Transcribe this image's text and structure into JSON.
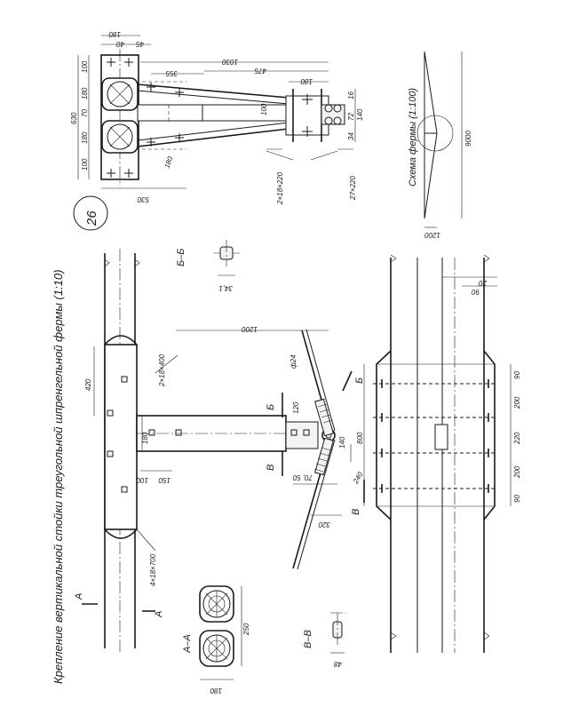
{
  "drawing": {
    "title": "Крепление вертикальной стойки треугольной шпренгельной фермы (1:10)",
    "sheet_number": "26",
    "truss_scheme": {
      "label": "Схема фермы (1:100)",
      "span": "9000",
      "height": "1200"
    },
    "sections": {
      "aa": "А–А",
      "vv": "В–В",
      "bb": "Б–Б",
      "markers": {
        "a": "А",
        "b": "Б",
        "v": "В"
      }
    },
    "plan_dims": {
      "d180a": "180",
      "d40": "40",
      "d45": "45",
      "d1030": "1030",
      "d355": "355",
      "d475": "475",
      "d180b": "180",
      "d100a": "100",
      "d180c": "180",
      "d70": "70",
      "d180d": "180",
      "d100b": "100",
      "d630": "630",
      "d100c": "100",
      "d16": "16",
      "d72": "72",
      "d140a": "140",
      "d34": "34",
      "d180e": "180",
      "d530": "530",
      "bolt_2x18x220": "2×18×220",
      "bolt_27x220": "27×220"
    },
    "elev_dims": {
      "d420": "420",
      "bolt_2x18x400": "2×18×400",
      "d180": "180",
      "d100": "100",
      "d150": "150",
      "bolt_4x18x700": "4×18×700",
      "d1200": "1200",
      "phi24": "ф24",
      "d120": "120",
      "d140": "140",
      "d70_50": "70, 50",
      "d240": "240",
      "d320": "320",
      "d34_1": "34,1"
    },
    "lower_dims": {
      "d90a": "90",
      "d200a": "200",
      "d220": "220",
      "d200b": "200",
      "d90b": "90",
      "d800": "800",
      "d20": "20",
      "d90c": "90"
    },
    "section_dims": {
      "d250": "250",
      "d180": "180",
      "d48": "48"
    }
  }
}
